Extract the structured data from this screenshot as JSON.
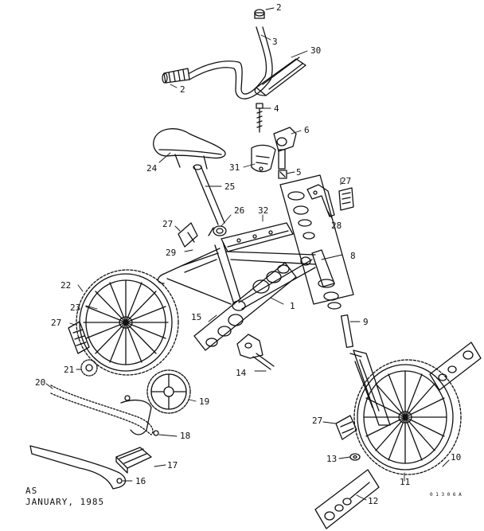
{
  "diagram": {
    "background": "#ffffff",
    "ink": "#111111",
    "callouts": [
      {
        "id": "p2a",
        "label": "2"
      },
      {
        "id": "p3",
        "label": "3"
      },
      {
        "id": "p30",
        "label": "30"
      },
      {
        "id": "p2b",
        "label": "2"
      },
      {
        "id": "p4",
        "label": "4"
      },
      {
        "id": "p6",
        "label": "6"
      },
      {
        "id": "p24",
        "label": "24"
      },
      {
        "id": "p31",
        "label": "31"
      },
      {
        "id": "p5",
        "label": "5"
      },
      {
        "id": "p27a",
        "label": "27"
      },
      {
        "id": "p25",
        "label": "25"
      },
      {
        "id": "p28",
        "label": "28"
      },
      {
        "id": "p27b",
        "label": "27"
      },
      {
        "id": "p26",
        "label": "26"
      },
      {
        "id": "p32",
        "label": "32"
      },
      {
        "id": "p29",
        "label": "29"
      },
      {
        "id": "p8",
        "label": "8"
      },
      {
        "id": "p22",
        "label": "22"
      },
      {
        "id": "p23",
        "label": "23"
      },
      {
        "id": "p1",
        "label": "1"
      },
      {
        "id": "p15",
        "label": "15"
      },
      {
        "id": "p9",
        "label": "9"
      },
      {
        "id": "p27c",
        "label": "27"
      },
      {
        "id": "p21",
        "label": "21"
      },
      {
        "id": "p14",
        "label": "14"
      },
      {
        "id": "p20",
        "label": "20"
      },
      {
        "id": "p19",
        "label": "19"
      },
      {
        "id": "p18",
        "label": "18"
      },
      {
        "id": "p27d",
        "label": "27"
      },
      {
        "id": "p13",
        "label": "13"
      },
      {
        "id": "p10",
        "label": "10"
      },
      {
        "id": "p11",
        "label": "11"
      },
      {
        "id": "p17",
        "label": "17"
      },
      {
        "id": "p16",
        "label": "16"
      },
      {
        "id": "p12",
        "label": "12"
      }
    ],
    "footer": {
      "line1": "AS",
      "line2": "JANUARY, 1985"
    },
    "drawing_code": "0 1 3 0 6 A"
  }
}
